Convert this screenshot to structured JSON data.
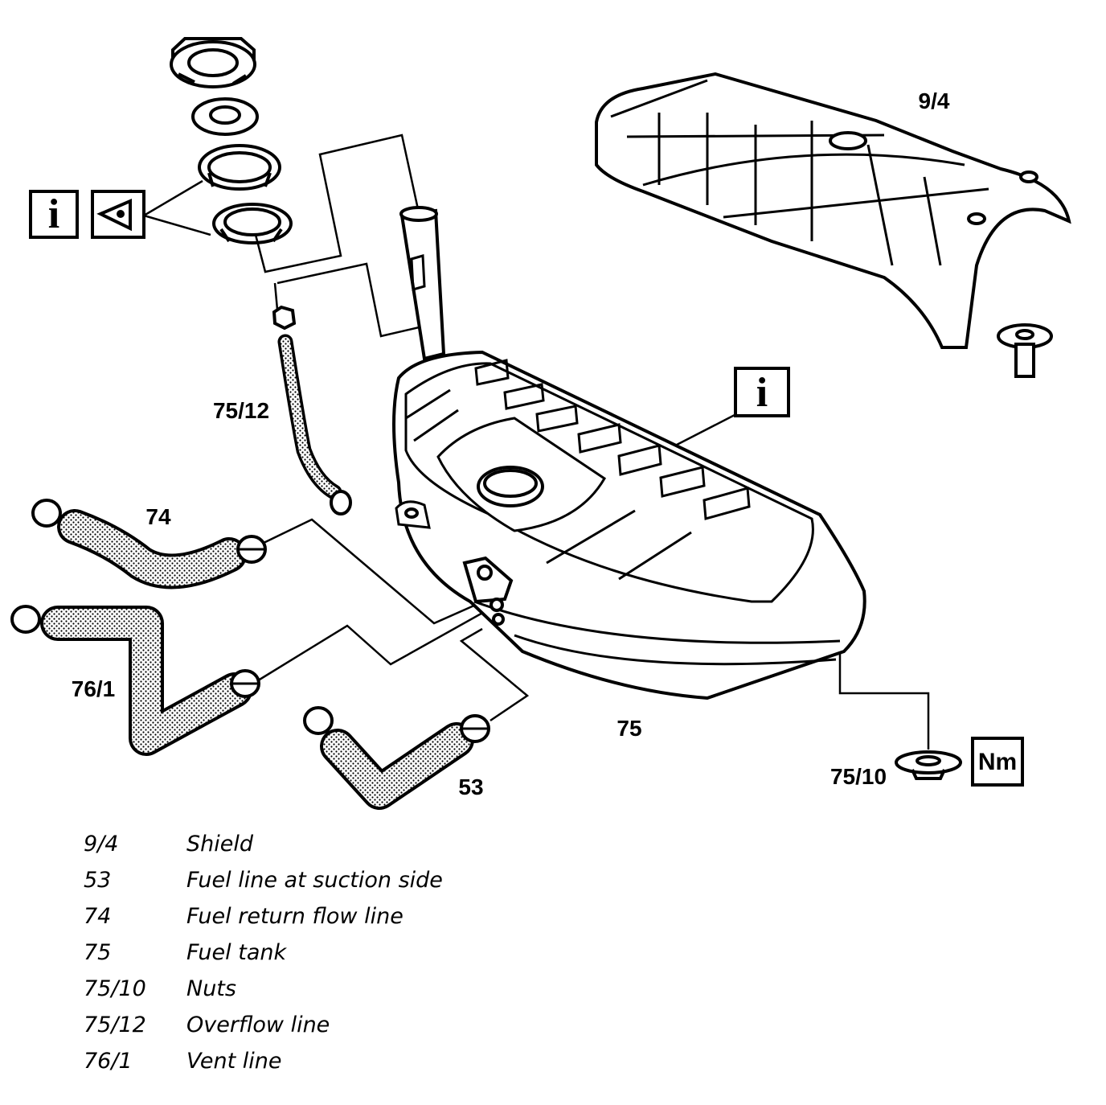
{
  "labels": {
    "shield": "9/4",
    "overflow_line": "75/12",
    "return_line": "74",
    "vent_line": "76/1",
    "tank": "75",
    "suction_line": "53",
    "nuts": "75/10"
  },
  "symbols": {
    "info": "i",
    "torque": "Nm"
  },
  "legend": [
    {
      "code": "9/4",
      "desc": "Shield"
    },
    {
      "code": "53",
      "desc": "Fuel line at suction side"
    },
    {
      "code": "74",
      "desc": "Fuel return flow line"
    },
    {
      "code": "75",
      "desc": "Fuel tank"
    },
    {
      "code": "75/10",
      "desc": "Nuts"
    },
    {
      "code": "75/12",
      "desc": "Overflow line"
    },
    {
      "code": "76/1",
      "desc": "Vent line"
    }
  ]
}
